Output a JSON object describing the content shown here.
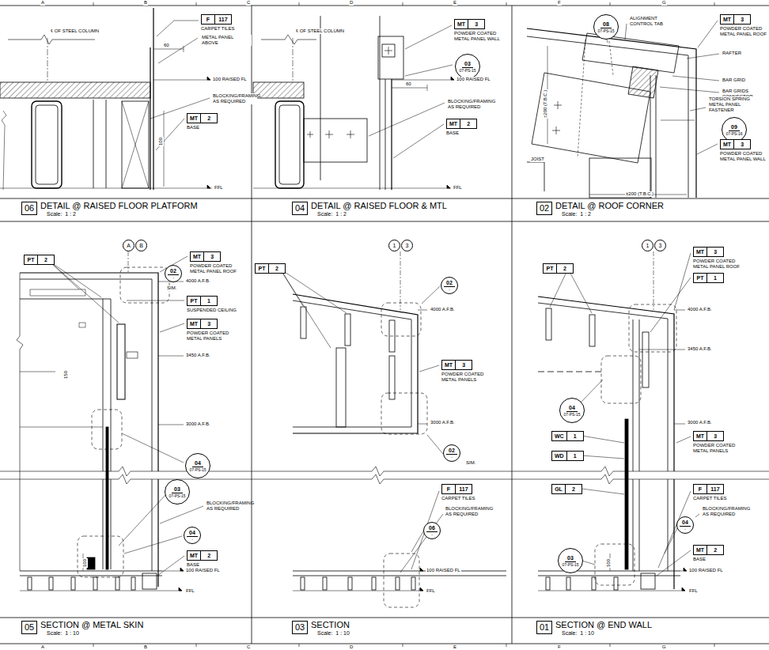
{
  "diagram": {
    "nodes": [
      {
        "text": [
          "F",
          "117",
          "CARPET TILES"
        ]
      },
      {
        "text": [
          "MT",
          "2",
          "BASE"
        ]
      },
      {
        "text": [
          "06",
          "DETAIL @ RAISED FLOOR PLATFORM",
          "Scale:  1 : 2"
        ]
      },
      {
        "text": [
          "MT",
          "3",
          "POWDER COATED METAL PANEL WALL"
        ]
      },
      {
        "text": [
          "03",
          "07-PS-15"
        ]
      },
      {
        "text": [
          "MT",
          "2",
          "BASE"
        ]
      },
      {
        "text": [
          "04",
          "DETAIL @ RAISED FLOOR & MTL",
          "Scale:  1 : 2"
        ]
      },
      {
        "text": [
          "08",
          "07-PS-15"
        ]
      },
      {
        "text": [
          "MT",
          "3",
          "POWDER COATED METAL PANEL ROOF"
        ]
      },
      {
        "text": [
          "09",
          "07-PS-16"
        ]
      },
      {
        "text": [
          "MT",
          "3",
          "POWDER COATED METAL PANEL WALL"
        ]
      },
      {
        "text": [
          "02",
          "DETAIL @ ROOF CORNER",
          "Scale:  1 : 2"
        ]
      },
      {
        "text": [
          "PT",
          "2"
        ]
      },
      {
        "text": [
          "A"
        ]
      },
      {
        "text": [
          "B"
        ]
      },
      {
        "text": [
          "MT",
          "3",
          "POWDER COATED METAL PANEL ROOF"
        ]
      },
      {
        "text": [
          "02",
          "-"
        ]
      },
      {
        "text": [
          "PT",
          "1",
          "SUSPENDED CEILING"
        ]
      },
      {
        "text": [
          "MT",
          "3",
          "POWDER COATED METAL PANELS"
        ]
      },
      {
        "text": [
          "04",
          "07-PS-15"
        ]
      },
      {
        "text": [
          "03",
          "07-PS-15"
        ]
      },
      {
        "text": [
          "04",
          "-"
        ]
      },
      {
        "text": [
          "MT",
          "2",
          "BASE"
        ]
      },
      {
        "text": [
          "05",
          "SECTION @ METAL SKIN",
          "Scale:  1 : 10"
        ]
      },
      {
        "text": [
          "PT",
          "2"
        ]
      },
      {
        "text": [
          "1"
        ]
      },
      {
        "text": [
          "3"
        ]
      },
      {
        "text": [
          "02",
          "-"
        ]
      },
      {
        "text": [
          "MT",
          "3",
          "POWDER COATED METAL PANELS"
        ]
      },
      {
        "text": [
          "02",
          "-"
        ]
      },
      {
        "text": [
          "F",
          "117",
          "CARPET TILES"
        ]
      },
      {
        "text": [
          "06",
          "-"
        ]
      },
      {
        "text": [
          "03",
          "SECTION",
          "Scale:  1 : 10"
        ]
      },
      {
        "text": [
          "1"
        ]
      },
      {
        "text": [
          "3"
        ]
      },
      {
        "text": [
          "MT",
          "3",
          "POWDER COATED METAL PANEL ROOF"
        ]
      },
      {
        "text": [
          "PT",
          "2"
        ]
      },
      {
        "text": [
          "PT",
          "1"
        ]
      },
      {
        "text": [
          "04",
          "07-PS-15"
        ]
      },
      {
        "text": [
          "MT",
          "3",
          "POWDER COATED METAL PANELS"
        ]
      },
      {
        "text": [
          "WC",
          "1"
        ]
      },
      {
        "text": [
          "WD",
          "1"
        ]
      },
      {
        "text": [
          "GL",
          "2"
        ]
      },
      {
        "text": [
          "F",
          "117",
          "CARPET TILES"
        ]
      },
      {
        "text": [
          "04",
          "-"
        ]
      },
      {
        "text": [
          "03",
          "07-PS-15"
        ]
      },
      {
        "text": [
          "MT",
          "2",
          "BASE"
        ]
      },
      {
        "text": [
          "01",
          "SECTION @ END WALL",
          "Scale:  1 : 10"
        ]
      }
    ],
    "labels": [
      "A",
      "B",
      "C",
      "D",
      "E",
      "F",
      "G",
      "A",
      "B",
      "C",
      "D",
      "E",
      "F",
      "G",
      "℄ OF STEEL COLUMN",
      "METAL PANEL ABOVE",
      "60",
      "100 RAISED FL",
      "BLOCKING/FRAMING AS REQUIRED",
      "100",
      "FFL",
      "℄ OF STEEL COLUMN",
      "100 RAISED FL",
      "60",
      "BLOCKING/FRAMING AS REQUIRED",
      "FFL",
      "ALIGNMENT CONTROL TAB",
      "RAFTER",
      "BAR GRID",
      "BAR GRIDS CONNECTOR PLATE",
      "TORSION SPRING METAL PANEL FASTENER",
      "JOIST",
      "±200 (T.B.C.)",
      "±200 (T.B.C.)",
      "SIM.",
      "4000 A.F.B.",
      "3450 A.F.B.",
      "150",
      "3000 A.F.B.",
      "BLOCKING/FRAMING AS REQUIRED",
      "100",
      "100 RAISED FL",
      "FFL",
      "4000 A.F.B.",
      "3000 A.F.B.",
      "BLOCKING/FRAMING AS REQUIRED",
      "100 RAISED FL",
      "FFL",
      "SIM.",
      "4000 A.F.B.",
      "3450 A.F.B.",
      "3000 A.F.B.",
      "BLOCKING/FRAMING AS REQUIRED",
      "100",
      "100 RAISED FL",
      "FFL"
    ]
  }
}
